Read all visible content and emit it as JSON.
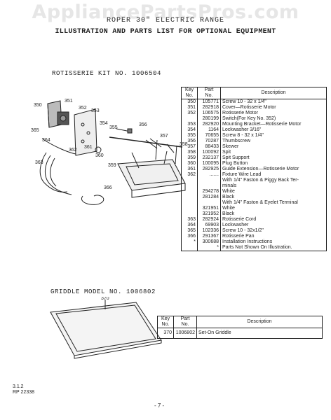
{
  "watermark": "AppliancePartsPros.com",
  "header": {
    "line1": "ROPER 30\" ELECTRIC RANGE",
    "line2": "ILLUSTRATION AND PARTS LIST FOR OPTIONAL EQUIPMENT"
  },
  "rotisserie": {
    "title": "ROTISSERIE KIT NO. 1006504",
    "col_key": [
      "Key",
      "No."
    ],
    "col_part": [
      "Part",
      "No."
    ],
    "col_desc": "Description",
    "rows": [
      {
        "key": "350",
        "part": "105771",
        "desc": "Screw 10 - 32 x 1/4\""
      },
      {
        "key": "351",
        "part": "282918",
        "desc": "Cover—Rotisserie Motor"
      },
      {
        "key": "352",
        "part": "106575",
        "desc": "Rotisserie Motor"
      },
      {
        "key": "",
        "part": "280199",
        "desc": "Switch(For Key No. 352)"
      },
      {
        "key": "353",
        "part": "282920",
        "desc": "Mounting Bracket—Rotisserie Motor"
      },
      {
        "key": "354",
        "part": "1164",
        "desc": "Lockwasher 3/16\""
      },
      {
        "key": "355",
        "part": "70655",
        "desc": "Screw 8 - 32 x 1/4\""
      },
      {
        "key": "356",
        "part": "70287",
        "desc": "Thumbscrew"
      },
      {
        "key": "357",
        "part": "88433",
        "desc": "Skewer"
      },
      {
        "key": "358",
        "part": "100092",
        "desc": "Spit"
      },
      {
        "key": "359",
        "part": "232137",
        "desc": "Spit Support"
      },
      {
        "key": "360",
        "part": "100095",
        "desc": "Plug Button"
      },
      {
        "key": "361",
        "part": "282925",
        "desc": "Guide Extension—Rotisserie Motor"
      },
      {
        "key": "362",
        "part": ".......",
        "desc": "Fixture Wire Lead"
      },
      {
        "key": "",
        "part": "",
        "desc": "With 1/4\" Faston & Piggy Back Ter-"
      },
      {
        "key": "",
        "part": "",
        "desc": "minals"
      },
      {
        "key": "",
        "part": "294278",
        "desc": "White"
      },
      {
        "key": "",
        "part": "281284",
        "desc": "Black"
      },
      {
        "key": "",
        "part": "",
        "desc": "With 1/4\" Faston & Eyelet Terminal"
      },
      {
        "key": "",
        "part": "321951",
        "desc": "White"
      },
      {
        "key": "",
        "part": "321952",
        "desc": "Black"
      },
      {
        "key": "363",
        "part": "282924",
        "desc": "Rotisserie Cord"
      },
      {
        "key": "364",
        "part": "69903",
        "desc": "Lockwasher"
      },
      {
        "key": "365",
        "part": "102336",
        "desc": "Screw 10 - 32x1/2\""
      },
      {
        "key": "366",
        "part": "291367",
        "desc": "Rotisserie Pan"
      },
      {
        "key": "*",
        "part": "300688",
        "desc": "Installation Instructions"
      },
      {
        "key": "",
        "part": "",
        "desc": ""
      },
      {
        "key": "",
        "part": "*",
        "desc": "Parts Not Shown On Illustration."
      }
    ],
    "callouts": [
      "350",
      "351",
      "352",
      "353",
      "354",
      "355",
      "356",
      "357",
      "358",
      "359",
      "360",
      "361",
      "362",
      "363",
      "364",
      "365",
      "366"
    ]
  },
  "griddle": {
    "title": "GRIDDLE MODEL NO. 1006802",
    "callout": "370",
    "col_key": [
      "Key",
      "No."
    ],
    "col_part": [
      "Part",
      "No."
    ],
    "col_desc": "Description",
    "rows": [
      {
        "key": "370",
        "part": "1006802",
        "desc": "Set-On Griddle"
      }
    ]
  },
  "footer": {
    "code1": "3.1.2",
    "code2": "RP 22338",
    "page": "- 7 -"
  }
}
